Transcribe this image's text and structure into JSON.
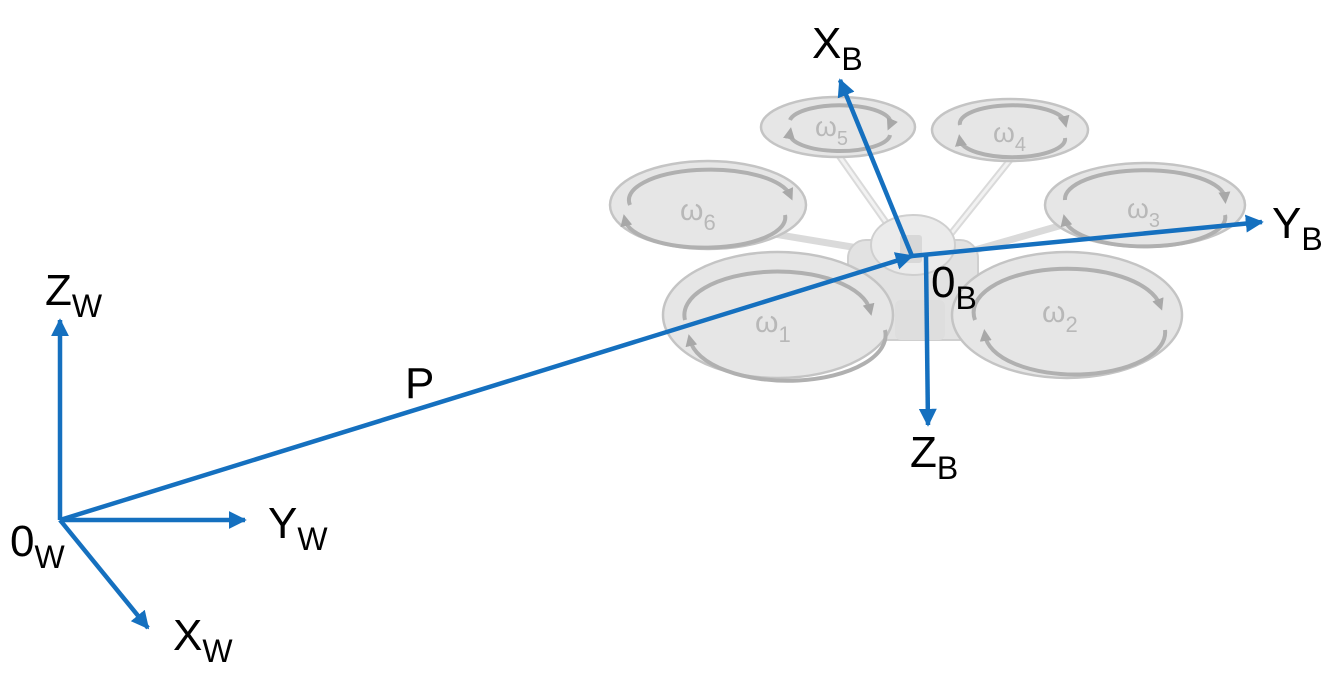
{
  "colors": {
    "axis_blue": "#1570bf",
    "rotor_fill": "#e6e6e6",
    "rotor_stroke": "#c4c4c4",
    "rotor_text": "#b8b8b8",
    "text": "#000000"
  },
  "world_frame": {
    "origin": {
      "main": "0",
      "sub": "W"
    },
    "x_axis": {
      "main": "X",
      "sub": "W"
    },
    "y_axis": {
      "main": "Y",
      "sub": "W"
    },
    "z_axis": {
      "main": "Z",
      "sub": "W"
    }
  },
  "position_vector": {
    "label": "P"
  },
  "body_frame": {
    "origin": {
      "main": "0",
      "sub": "B"
    },
    "x_axis": {
      "main": "X",
      "sub": "B"
    },
    "y_axis": {
      "main": "Y",
      "sub": "B"
    },
    "z_axis": {
      "main": "Z",
      "sub": "B"
    }
  },
  "rotors": [
    {
      "symbol": "ω",
      "index": "1"
    },
    {
      "symbol": "ω",
      "index": "2"
    },
    {
      "symbol": "ω",
      "index": "3"
    },
    {
      "symbol": "ω",
      "index": "4"
    },
    {
      "symbol": "ω",
      "index": "5"
    },
    {
      "symbol": "ω",
      "index": "6"
    }
  ]
}
